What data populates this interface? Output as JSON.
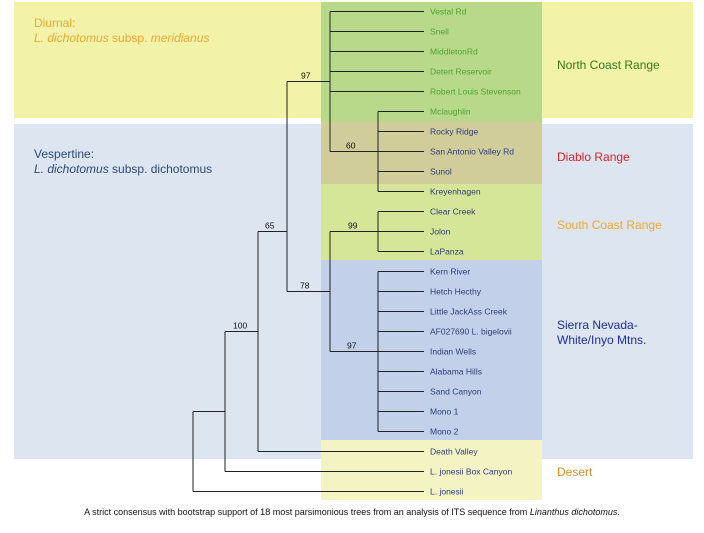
{
  "groups": {
    "diurnal": {
      "label": "Diurnal:",
      "taxon_prefix": "L. dichotomus",
      "taxon_mid": " subsp. ",
      "taxon_suffix": "meridianus",
      "color": "#f0a830"
    },
    "vespertine": {
      "label": "Vespertine:",
      "taxon_prefix": "L. dichotomus",
      "taxon_mid": " subsp. ",
      "taxon_suffix": "dichotomus",
      "color": "#2c4a78"
    }
  },
  "regions": {
    "north_coast": {
      "label": "North Coast Range",
      "color": "#2e7d1f"
    },
    "diablo": {
      "label": "Diablo Range",
      "color": "#d8232a"
    },
    "south_coast": {
      "label": "South Coast Range",
      "color": "#f0a830"
    },
    "sierra_line1": {
      "label": "Sierra Nevada-",
      "color": "#1d2fa0"
    },
    "sierra_line2": {
      "label": "White/Inyo Mtns.",
      "color": "#1d2fa0"
    },
    "desert": {
      "label": "Desert",
      "color": "#e08a2a"
    }
  },
  "taxa": [
    {
      "label": "Vestal Rd",
      "color": "#4da336"
    },
    {
      "label": "Snell",
      "color": "#4da336"
    },
    {
      "label": "MiddletonRd",
      "color": "#4da336"
    },
    {
      "label": "Detert Reservoir",
      "color": "#4da336"
    },
    {
      "label": "Robert Louis Stevenson",
      "color": "#4da336"
    },
    {
      "label": "Mclaughlin",
      "color": "#4da336"
    },
    {
      "label": "Rocky Ridge",
      "color": "#2c3e7a"
    },
    {
      "label": "San Antonio Valley Rd",
      "color": "#2c3e7a"
    },
    {
      "label": "Sunol",
      "color": "#2c3e7a"
    },
    {
      "label": "Kreyenhagen",
      "color": "#2c3e7a"
    },
    {
      "label": "Clear Creek",
      "color": "#2c3e7a"
    },
    {
      "label": "Jolon",
      "color": "#2c3e7a"
    },
    {
      "label": "LaPanza",
      "color": "#2c3e7a"
    },
    {
      "label": "Kern River",
      "color": "#2c3e7a"
    },
    {
      "label": "Hetch Hecthy",
      "color": "#2c3e7a"
    },
    {
      "label": "Little JackAss Creek",
      "color": "#2c3e7a"
    },
    {
      "label": "AF027690 L. bigelovii",
      "color": "#2c3e7a"
    },
    {
      "label": "Indian Wells",
      "color": "#2c3e7a"
    },
    {
      "label": "Alabama Hills",
      "color": "#2c3e7a"
    },
    {
      "label": "Sand Canyon",
      "color": "#2c3e7a"
    },
    {
      "label": "Mono 1",
      "color": "#2c3e7a"
    },
    {
      "label": "Mono 2",
      "color": "#2c3e7a"
    },
    {
      "label": "Death Valley",
      "color": "#2c3e7a"
    },
    {
      "label": "L. jonesii Box Canyon",
      "color": "#2c3e7a"
    },
    {
      "label": "L. jonesii",
      "color": "#2c3e7a"
    }
  ],
  "bootstrap": {
    "b97_top": "97",
    "b60": "60",
    "b65": "65",
    "b99": "99",
    "b78": "78",
    "b100": "100",
    "b97_sierra": "97"
  },
  "caption": {
    "text": "A strict consensus with bootstrap support  of 18 most parsimonious trees from an analysis of ITS sequence from ",
    "italic": "Linanthus dichotomus",
    "end": "."
  },
  "colors": {
    "diurnal_band": "#f2f2a8",
    "vespertine_band": "#dde5f1",
    "north_box": "#b9d98a",
    "diablo_box": "#e6c4a9",
    "south_box": "#eff0a4",
    "sierra_box": "#c2d0ea",
    "desert_box": "#f3f3c4",
    "tree_line": "#222222"
  }
}
